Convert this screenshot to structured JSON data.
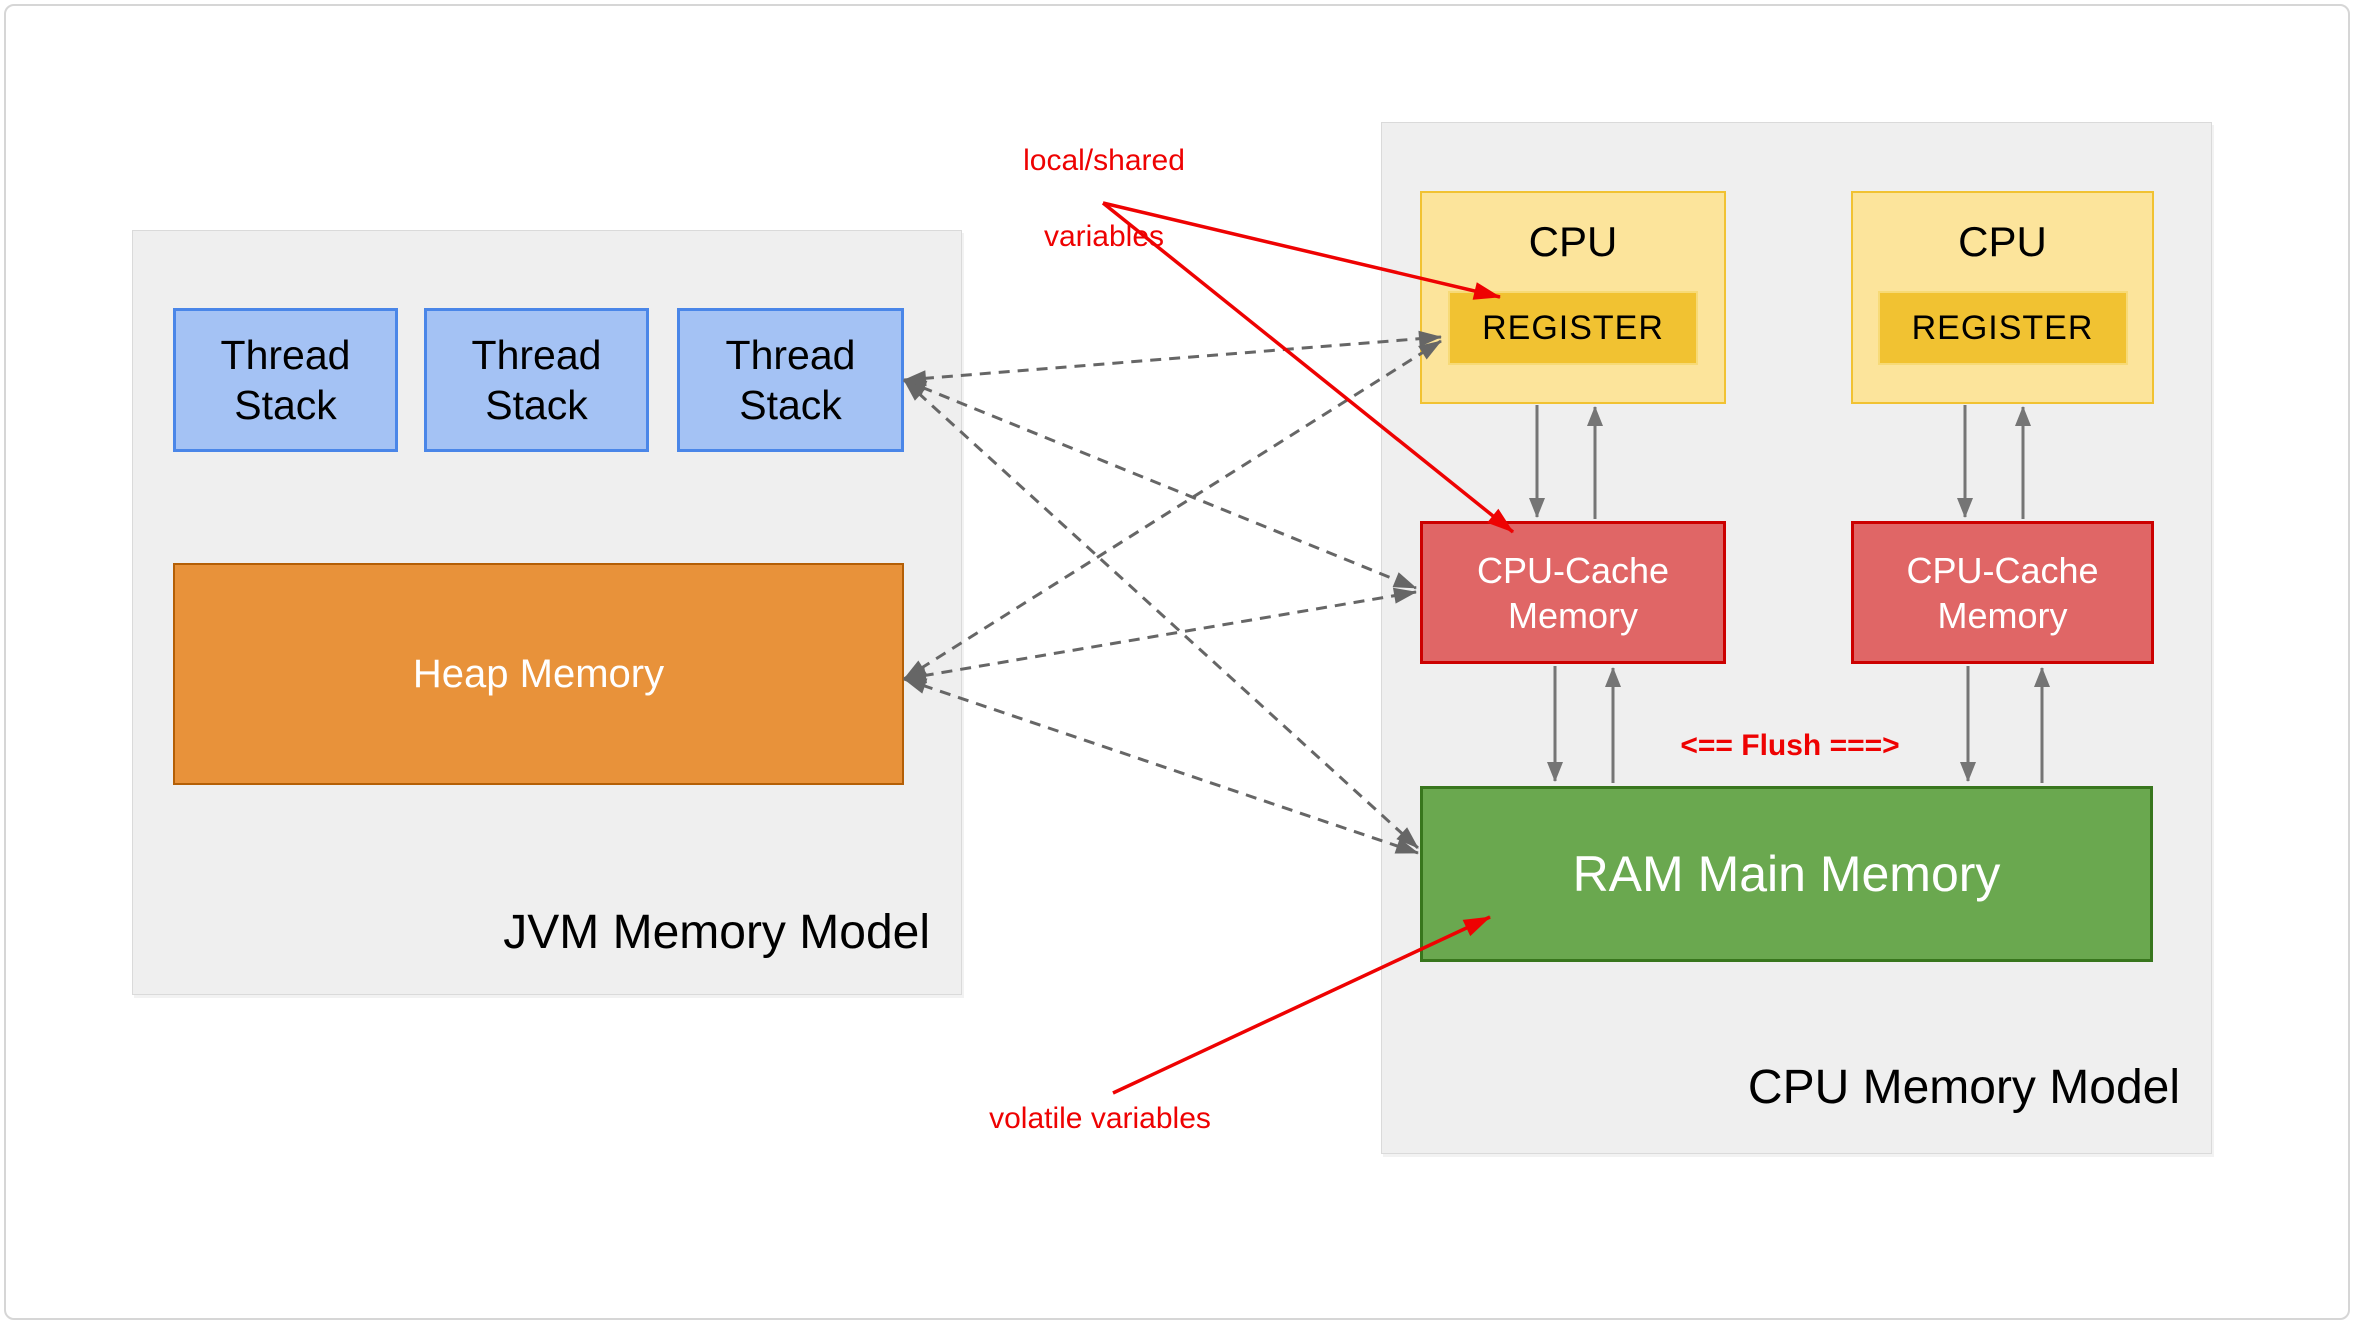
{
  "colors": {
    "page_border": "#d6d6d6",
    "panel_fill": "#efefef",
    "panel_border": "#dadada",
    "thread_fill": "#a4c2f4",
    "thread_border": "#4a86e8",
    "heap_fill": "#e8923a",
    "heap_border": "#b45f06",
    "cpu_fill": "#fce49b",
    "cpu_border": "#f1c232",
    "register_fill": "#f1c232",
    "register_border": "#f7da77",
    "cache_fill": "#e06666",
    "cache_border": "#cc0000",
    "ram_fill": "#6aa84f",
    "ram_border": "#38761d",
    "annotation_red": "#ee0202",
    "dashed_gray": "#666666",
    "arrow_gray": "#757575"
  },
  "jvm": {
    "title": "JVM Memory Model",
    "stacks": [
      {
        "line1": "Thread",
        "line2": "Stack"
      },
      {
        "line1": "Thread",
        "line2": "Stack"
      },
      {
        "line1": "Thread",
        "line2": "Stack"
      }
    ],
    "heap_label": "Heap Memory"
  },
  "cpu": {
    "title": "CPU Memory Model",
    "cpus": [
      {
        "label": "CPU",
        "register_label": "REGISTER"
      },
      {
        "label": "CPU",
        "register_label": "REGISTER"
      }
    ],
    "caches": [
      {
        "line1": "CPU-Cache",
        "line2": "Memory"
      },
      {
        "line1": "CPU-Cache",
        "line2": "Memory"
      }
    ],
    "ram_label": "RAM Main Memory",
    "flush_label": "<== Flush ===>"
  },
  "annotations": {
    "local_shared": {
      "line1": "local/shared",
      "line2": "variables"
    },
    "volatile_label": "volatile variables"
  }
}
